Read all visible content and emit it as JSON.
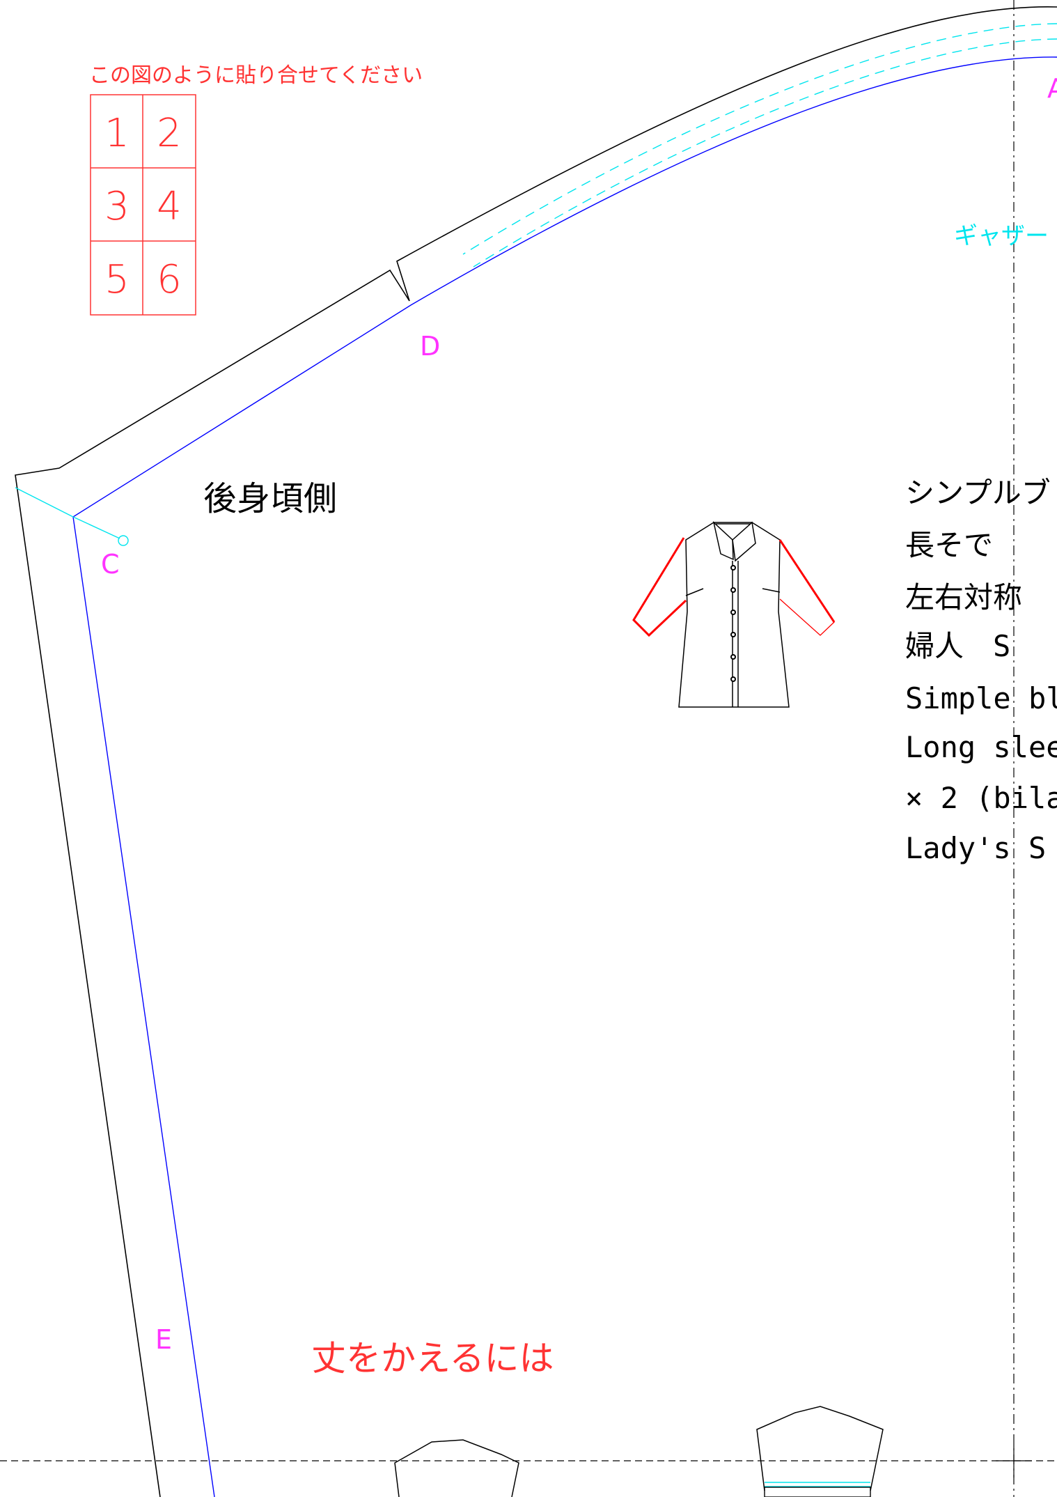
{
  "assembly_guide": {
    "instruction": "この図のように貼り合せてください",
    "cells": [
      "1",
      "2",
      "3",
      "4",
      "5",
      "6"
    ]
  },
  "piece_label": "後身頃側",
  "notch_labels": {
    "a": "A",
    "c": "C",
    "d": "D",
    "e": "E"
  },
  "gather_label": "ギャザー",
  "length_note": "丈をかえるには",
  "description_lines": [
    "シンプルブ",
    "長そで",
    "左右対称",
    "婦人　S",
    "Simple bl",
    "Long slee",
    "× 2 (bila",
    "Lady's S"
  ],
  "colors": {
    "outline": "#000000",
    "stitch_line": "#0000ff",
    "dashed_guide": "#00e5ee",
    "label_magenta": "#ff33ff",
    "note_red": "#ff3333",
    "sleeve_red": "#ff0000"
  }
}
